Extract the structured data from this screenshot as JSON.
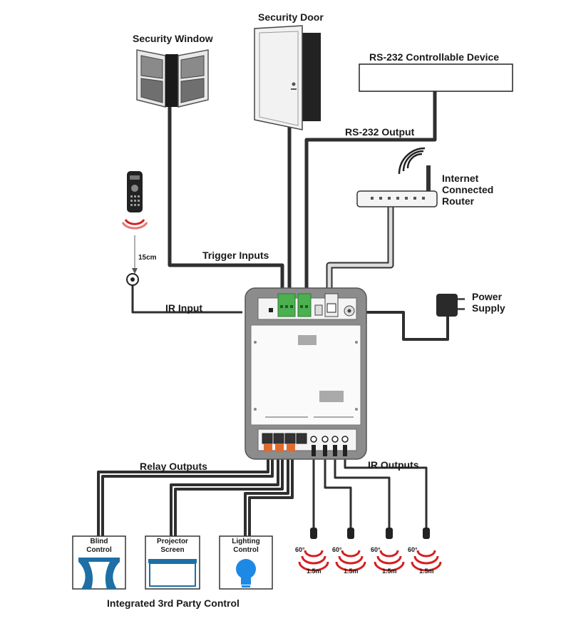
{
  "labels": {
    "security_window": "Security Window",
    "security_door": "Security Door",
    "rs232_device": "RS-232 Controllable Device",
    "rs232_output": "RS-232 Output",
    "internet_router": [
      "Internet",
      "Connected",
      "Router"
    ],
    "power_supply": [
      "Power",
      "Supply"
    ],
    "trigger_inputs": "Trigger Inputs",
    "ir_input": "IR Input",
    "distance_15cm": "15cm",
    "relay_outputs": "Relay Outputs",
    "ir_outputs": "IR Outputs",
    "blind_control": [
      "Blind",
      "Control"
    ],
    "projector_screen": [
      "Projector",
      "Screen"
    ],
    "lighting_control": [
      "Lighting",
      "Control"
    ],
    "integrated_control": "Integrated 3rd Party Control",
    "ir_angle": "60°",
    "ir_range": "1.5m"
  },
  "colors": {
    "cable_dark": "#3a3a3a",
    "cable_light": "#c8c8c8",
    "device_body": "#8c8c8c",
    "connector_green": "#4caf50",
    "relay_orange": "#e06b2e",
    "ir_red": "#d42020",
    "blind_blue": "#1d6fa5",
    "bulb_blue": "#1e88e5"
  }
}
